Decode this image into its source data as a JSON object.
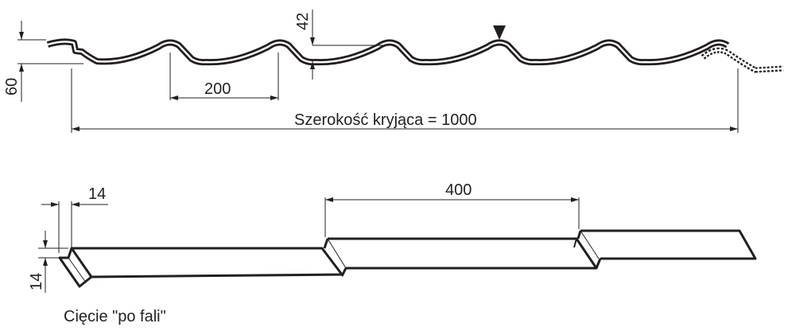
{
  "colors": {
    "line": "#231f20",
    "background": "#ffffff"
  },
  "profile": {
    "dim_height": "60",
    "dim_wave_height": "42",
    "dim_wave_pitch": "200",
    "dim_cover_width": "Szerokość kryjąca = 1000"
  },
  "strips": {
    "dim_step_width": "14",
    "dim_step_height": "14",
    "dim_module": "400",
    "caption": "Cięcie \"po fali\""
  }
}
